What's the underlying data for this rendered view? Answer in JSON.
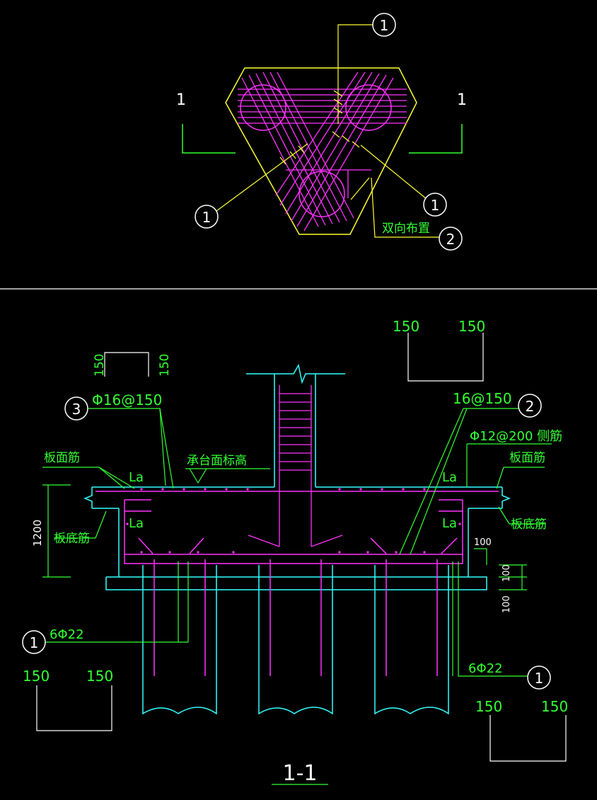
{
  "plan": {
    "section_mark_left": "1",
    "section_mark_right": "1",
    "callout_1_top": "1",
    "callout_1_left": "1",
    "callout_1_right": "1",
    "callout_2": "2",
    "note_bidirectional": "双向布置"
  },
  "section": {
    "title": "1-1",
    "callout_3": "3",
    "callout_2": "2",
    "callout_1_left": "1",
    "callout_1_right": "1",
    "rebar_top_phi16": "Φ16@150",
    "rebar_16_150": "16@150",
    "rebar_side_phi12": "Φ12@200 侧筋",
    "board_top_left": "板面筋",
    "board_bottom_left": "板底筋",
    "board_top_right": "板面筋",
    "board_bottom_right": "板底筋",
    "cap_top_elev": "承台面标高",
    "la_tl": "La",
    "la_bl": "La",
    "la_tr": "La",
    "la_br": "La",
    "height_1200": "1200",
    "dim_100_a": "100",
    "dim_100_b": "100",
    "dim_100_c": "100",
    "pile_rebar_left": "6Φ22",
    "pile_rebar_right": "6Φ22",
    "hook_top_left_a": "150",
    "hook_top_left_b": "150",
    "hook_top_right_a": "150",
    "hook_top_right_b": "150",
    "hook_bot_left_a": "150",
    "hook_bot_left_b": "150",
    "hook_bot_right_a": "150",
    "hook_bot_right_b": "150"
  },
  "colors": {
    "background": "#000000",
    "outline_yellow": "#ffff33",
    "rebar_magenta": "#ff33ff",
    "text_green": "#33ff33",
    "white": "#ffffff",
    "cyan": "#33ffff"
  }
}
